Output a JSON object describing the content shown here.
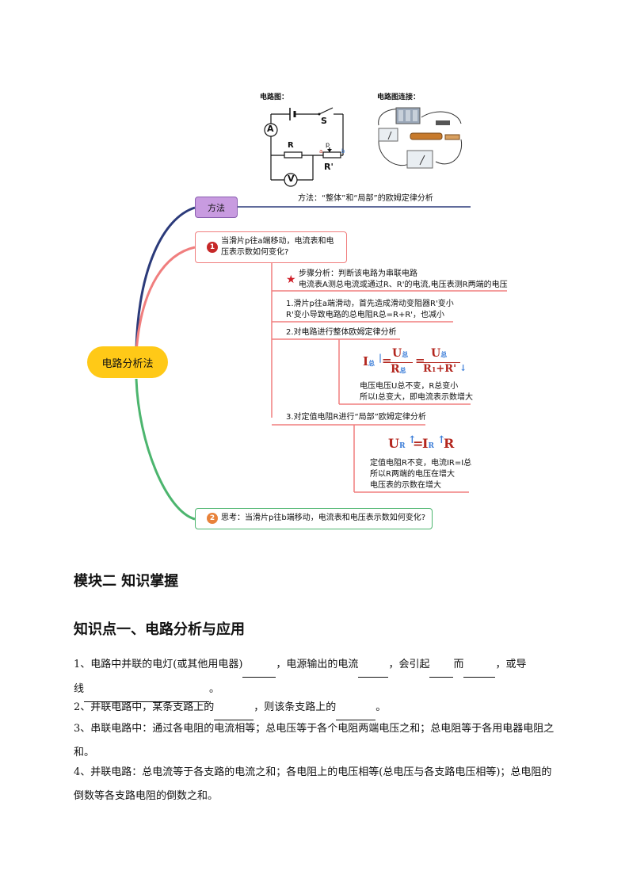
{
  "circuit": {
    "label_diagram": "电路图：",
    "label_connection": "电路图连接：",
    "ammeter": "A",
    "voltmeter": "V",
    "switch": "S",
    "resistor": "R",
    "rheostat": "R'",
    "slider_p": "p",
    "end_a": "a",
    "end_b": "b"
  },
  "mindmap": {
    "root": "电路分析法",
    "method": {
      "label": "方法",
      "caption": "方法：“整体”和“局部”的欧姆定律分析"
    },
    "q1": {
      "num": "1",
      "text": "当滑片p往a端移动，电流表和电压表示数如何变化?"
    },
    "step": {
      "title": "步骤分析：判断该电路为串联电路",
      "desc": "电流表A测总电流或通过R、R'的电流,电压表测R两端的电压"
    },
    "s1": {
      "line1": "1.滑片p往a端滑动，首先造成滑动变阻器R'变小",
      "line2": "R'变小导致电路的总电阻R总=R+R'，也减小"
    },
    "s2": {
      "title": "2.对电路进行整体欧姆定律分析"
    },
    "f1": {
      "I": "I",
      "I_sub": "总",
      "U": "U",
      "U_sub": "总",
      "R": "R",
      "R_sub": "总",
      "R1": "R",
      "R1_sub": "1",
      "plus": "+",
      "Rp": "R'",
      "eq": "="
    },
    "f1_text": {
      "line1": "电压电压U总不变，R总变小",
      "line2": "所以I总变大，即电流表示数增大"
    },
    "s3": {
      "title": "3.对定值电阻R进行“局部”欧姆定律分析"
    },
    "f2": {
      "U": "U",
      "U_sub": "R",
      "eq": "=",
      "I": "I",
      "I_sub": "R",
      "R": "R"
    },
    "f2_text": {
      "line1": "定值电阻R不变，电流IR=I总",
      "line2": "所以R两端的电压在增大",
      "line3": "电压表的示数在增大"
    },
    "q2": {
      "num": "2",
      "text": "思考：当滑片p往b端移动，电流表和电压表示数如何变化?"
    }
  },
  "doc": {
    "module_title": "模块二 知识掌握",
    "section_title": "知识点一、电路分析与应用",
    "p1a": "1、电路中并联的电灯(或其他用电器)",
    "p1b": "，电源输出的电流",
    "p1c": "，会引起",
    "p1d": "而",
    "p1e": "，或导",
    "p1f": "线",
    "p1g": "。",
    "p2a": "2、并联电路中，某条支路上的",
    "p2b": "，则该条支路上的",
    "p2c": "。",
    "p3": "3、串联电路中：通过各电阻的电流相等；总电压等于各个电阻两端电压之和；总电阻等于各用电器电阻之和。",
    "p4": "4、并联电路：总电流等于各支路的电流之和；各电阻上的电压相等(总电压与各支路电压相等)；总电阻的倒数等各支路电阻的倒数之和。"
  },
  "colors": {
    "navy": "#2b3a7a",
    "salmon": "#f07e7e",
    "green": "#4cb56e",
    "root_fill": "#ffc917",
    "method_fill": "#c89be0",
    "red": "#b3261e",
    "blue": "#3b7dd8"
  }
}
